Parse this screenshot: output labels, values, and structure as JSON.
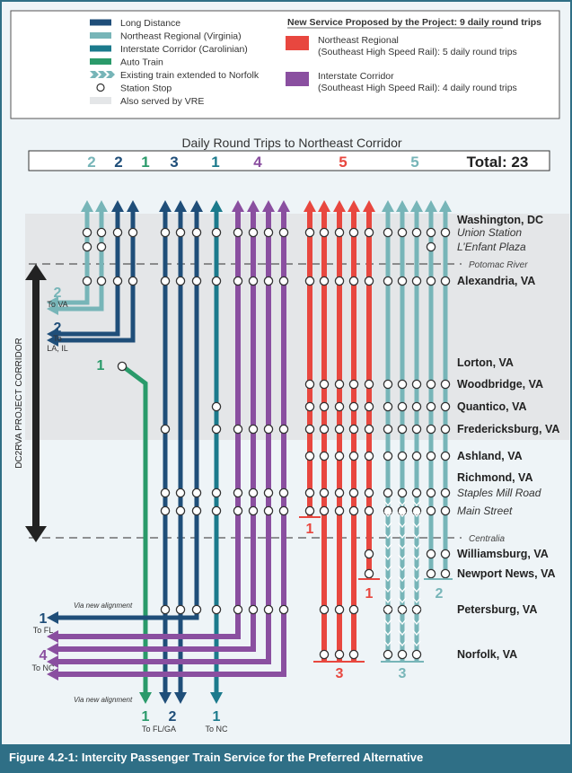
{
  "colors": {
    "long_distance": "#1f4e79",
    "ne_regional_va": "#77b5b8",
    "interstate_carolinian": "#1b7a8c",
    "auto_train": "#2a9a6a",
    "ne_regional_shsr": "#e8473f",
    "interstate_shsr": "#8a4fa0",
    "vre_band": "#e4e6e8",
    "border": "#2f6f86"
  },
  "legend": {
    "items": [
      {
        "label": "Long Distance",
        "key": "long_distance"
      },
      {
        "label": "Northeast Regional (Virginia)",
        "key": "ne_regional_va"
      },
      {
        "label": "Interstate Corridor (Carolinian)",
        "key": "interstate_carolinian"
      },
      {
        "label": "Auto Train",
        "key": "auto_train"
      },
      {
        "label": "Existing train extended to Norfolk",
        "key": "extension"
      },
      {
        "label": "Station Stop",
        "key": "station"
      },
      {
        "label": "Also served by VRE",
        "key": "vre"
      }
    ],
    "new_service_title": "New Service Proposed by the Project: 9 daily round trips",
    "new_items": [
      {
        "line1": "Northeast Regional",
        "line2": "(Southeast High Speed Rail): 5 daily round trips",
        "key": "ne_regional_shsr"
      },
      {
        "line1": "Interstate Corridor",
        "line2": "(Southeast High Speed Rail): 4 daily round trips",
        "key": "interstate_shsr"
      }
    ]
  },
  "header": {
    "title": "Daily Round Trips to Northeast Corridor",
    "counts": [
      {
        "value": "2",
        "key": "ne_regional_va"
      },
      {
        "value": "2",
        "key": "long_distance"
      },
      {
        "value": "1",
        "key": "auto_train"
      },
      {
        "value": "3",
        "key": "long_distance"
      },
      {
        "value": "1",
        "key": "interstate_carolinian"
      },
      {
        "value": "4",
        "key": "interstate_shsr"
      },
      {
        "value": "5",
        "key": "ne_regional_shsr"
      },
      {
        "value": "5",
        "key": "ne_regional_va"
      }
    ],
    "total": "Total: 23"
  },
  "stations": [
    {
      "name": "Washington, DC",
      "style": "bold"
    },
    {
      "name": "Union Station",
      "style": "italic"
    },
    {
      "name": "L’Enfant Plaza",
      "style": "italic"
    },
    {
      "name": "Potomac River",
      "style": "boundary"
    },
    {
      "name": "Alexandria, VA",
      "style": "bold"
    },
    {
      "name": "Lorton, VA",
      "style": "bold"
    },
    {
      "name": "Woodbridge, VA",
      "style": "bold"
    },
    {
      "name": "Quantico, VA",
      "style": "bold"
    },
    {
      "name": "Fredericksburg, VA",
      "style": "bold"
    },
    {
      "name": "Ashland, VA",
      "style": "bold"
    },
    {
      "name": "Richmond, VA",
      "style": "bold"
    },
    {
      "name": "Staples Mill Road",
      "style": "italic"
    },
    {
      "name": "Main Street",
      "style": "italic"
    },
    {
      "name": "Centralia",
      "style": "boundary"
    },
    {
      "name": "Williamsburg, VA",
      "style": "bold"
    },
    {
      "name": "Newport News, VA",
      "style": "bold"
    },
    {
      "name": "Petersburg, VA",
      "style": "bold"
    },
    {
      "name": "Norfolk, VA",
      "style": "bold"
    }
  ],
  "corridor_label": "DC2RVA PROJECT CORRIDOR",
  "branches": {
    "to_va": {
      "count": "2",
      "dest": "To VA"
    },
    "to_la_il": {
      "count": "2",
      "dest": "To LA, IL"
    },
    "auto_train": {
      "count": "1"
    },
    "to_fl": {
      "count": "1",
      "dest": "To FL"
    },
    "to_nc_left": {
      "count": "4",
      "dest": "To NC"
    },
    "to_fl_ga": {
      "count1": "1",
      "count2": "2",
      "dest": "To FL/GA"
    },
    "to_nc_bottom": {
      "count": "1",
      "dest": "To NC"
    },
    "via_new_top": "Via new alignment",
    "via_new_bottom": "Via new alignment",
    "red_end_main": "1",
    "red_end_newport": "1",
    "red_end_norfolk": "3",
    "teal_end_norfolk": "3",
    "teal_end_newport": "2"
  },
  "caption": "Figure 4.2-1: Intercity Passenger Train Service for the Preferred Alternative"
}
